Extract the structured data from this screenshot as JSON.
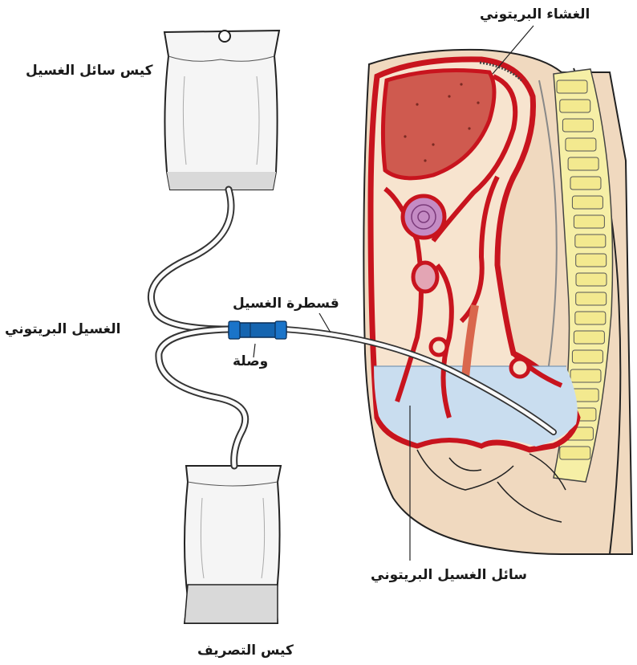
{
  "labels": {
    "peritoneum": "الغشاء البريتوني",
    "dialysate_bag": "كيس سائل الغسيل",
    "catheter": "قسطرة الغسيل",
    "peritoneal_dialysis": "الغسيل البريتوني",
    "connector": "وصلة",
    "dialysate_fluid": "سائل الغسيل البريتوني",
    "drain_bag": "كيس التصريف"
  },
  "colors": {
    "membrane": "#c8141e",
    "liver": "#cf5a4f",
    "tissue": "#f0d9bf",
    "fluid": "#c9ddef",
    "spine": "#f6efa6",
    "connector": "#1565b0",
    "bag": "#f3f3f3"
  }
}
